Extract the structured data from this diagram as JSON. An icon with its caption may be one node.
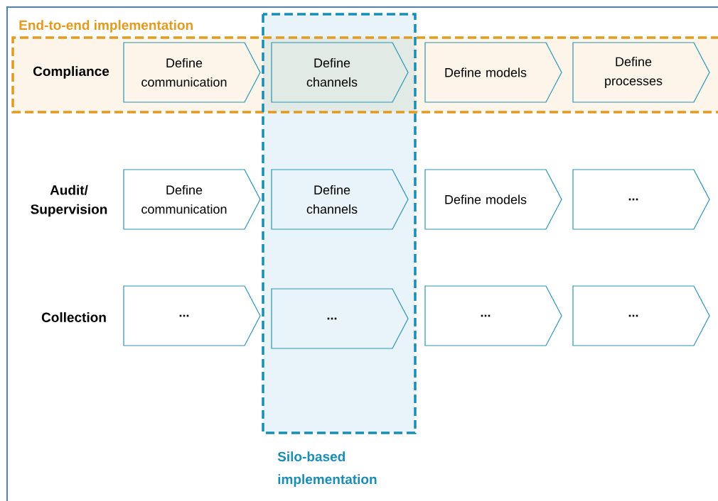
{
  "diagram": {
    "nodes": [
      {
        "text": [
          "End-to-end implementation"
        ]
      },
      {
        "text": [
          "Silo-based implementation"
        ]
      },
      {
        "text": [
          "Define communication"
        ],
        "in": 0
      },
      {
        "text": [
          "Define channels"
        ]
      },
      {
        "text": [
          "Define models"
        ],
        "in": 0
      },
      {
        "text": [
          "Define processes"
        ],
        "in": 0
      },
      {
        "text": [
          "Define communication"
        ]
      },
      {
        "text": [
          "Define channels"
        ],
        "in": 1
      },
      {
        "text": [
          "Define models"
        ]
      },
      {
        "text": [
          "..."
        ]
      },
      {
        "text": [
          "..."
        ]
      },
      {
        "text": [
          "..."
        ],
        "in": 1
      },
      {
        "text": [
          "..."
        ]
      },
      {
        "text": [
          "..."
        ]
      }
    ],
    "labels": [
      "Compliance",
      "Audit/ Supervision",
      "Collection"
    ]
  }
}
